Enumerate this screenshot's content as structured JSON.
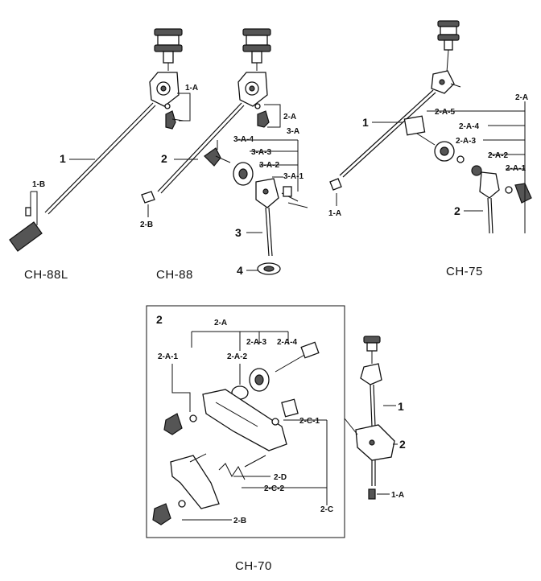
{
  "models": {
    "ch88l": "CH-88L",
    "ch88": "CH-88",
    "ch75": "CH-75",
    "ch70": "CH-70"
  },
  "ch88l": {
    "num_1": "1",
    "l_1a": "1-A",
    "l_1b": "1-B"
  },
  "ch88": {
    "num_2": "2",
    "l_2a": "2-A",
    "l_3a": "3-A",
    "l_3a4": "3-A-4",
    "l_3a3": "3-A-3",
    "l_3a2": "3-A-2",
    "l_3a1": "3-A-1",
    "l_2b": "2-B",
    "num_3": "3",
    "num_4": "4"
  },
  "ch75": {
    "num_1": "1",
    "l_2a": "2-A",
    "l_2a5": "2-A-5",
    "l_2a4": "2-A-4",
    "l_2a3": "2-A-3",
    "l_2a2": "2-A-2",
    "l_2a1": "2-A-1",
    "l_1a": "1-A",
    "num_2": "2"
  },
  "ch70": {
    "box_num": "2",
    "l_2a": "2-A",
    "l_2a1": "2-A-1",
    "l_2a2": "2-A-2",
    "l_2a3": "2-A-3",
    "l_2a4": "2-A-4",
    "l_2c1": "2-C-1",
    "l_2d": "2-D",
    "l_2c2": "2-C-2",
    "l_2c": "2-C",
    "l_2b": "2-B",
    "num_1": "1",
    "num_2": "2",
    "l_1a": "1-A"
  }
}
